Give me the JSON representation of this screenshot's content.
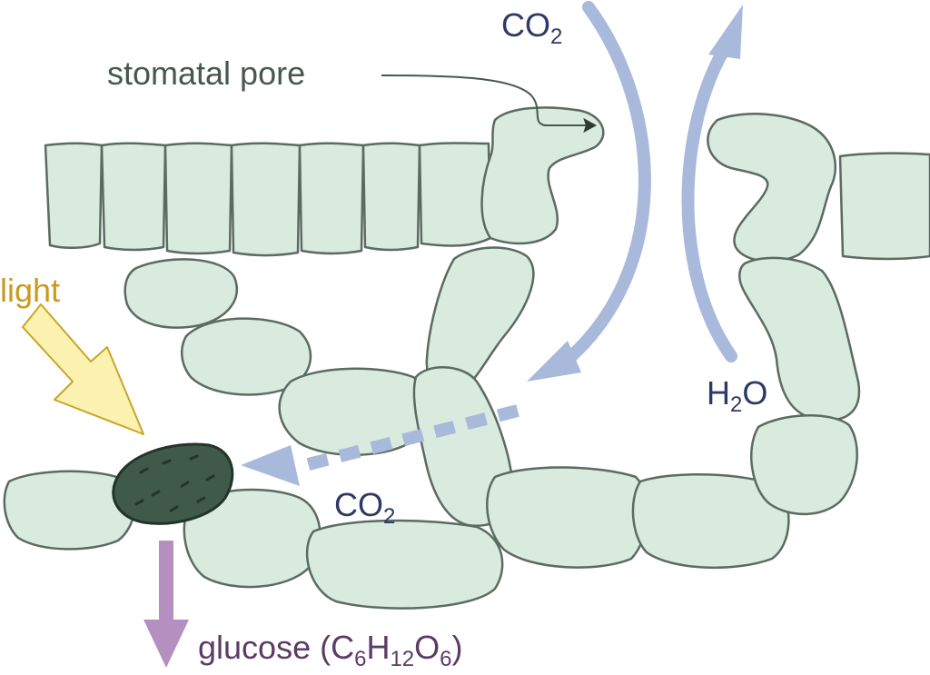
{
  "labels": {
    "stomatal_pore": "stomatal pore",
    "co2_top_main": "CO",
    "co2_top_sub": "2",
    "h2o_main_h": "H",
    "h2o_sub": "2",
    "h2o_main_o": "O",
    "light": "light",
    "co2_bottom_main": "CO",
    "co2_bottom_sub": "2",
    "glucose_prefix": "glucose (C",
    "glucose_sub_c": "6",
    "glucose_h": "H",
    "glucose_sub_h": "12",
    "glucose_o": "O",
    "glucose_sub_o": "6",
    "glucose_suffix": ")"
  },
  "colors": {
    "cell_fill": "#d9eadf",
    "cell_stroke": "#5b6b62",
    "chloroplast": "#3f5a4a",
    "co2_arrow": "#a9b9dc",
    "h2o_arrow": "#a9b9dc",
    "light_arrow": "#fbf2b0",
    "glucose_arrow": "#b58fc0"
  }
}
